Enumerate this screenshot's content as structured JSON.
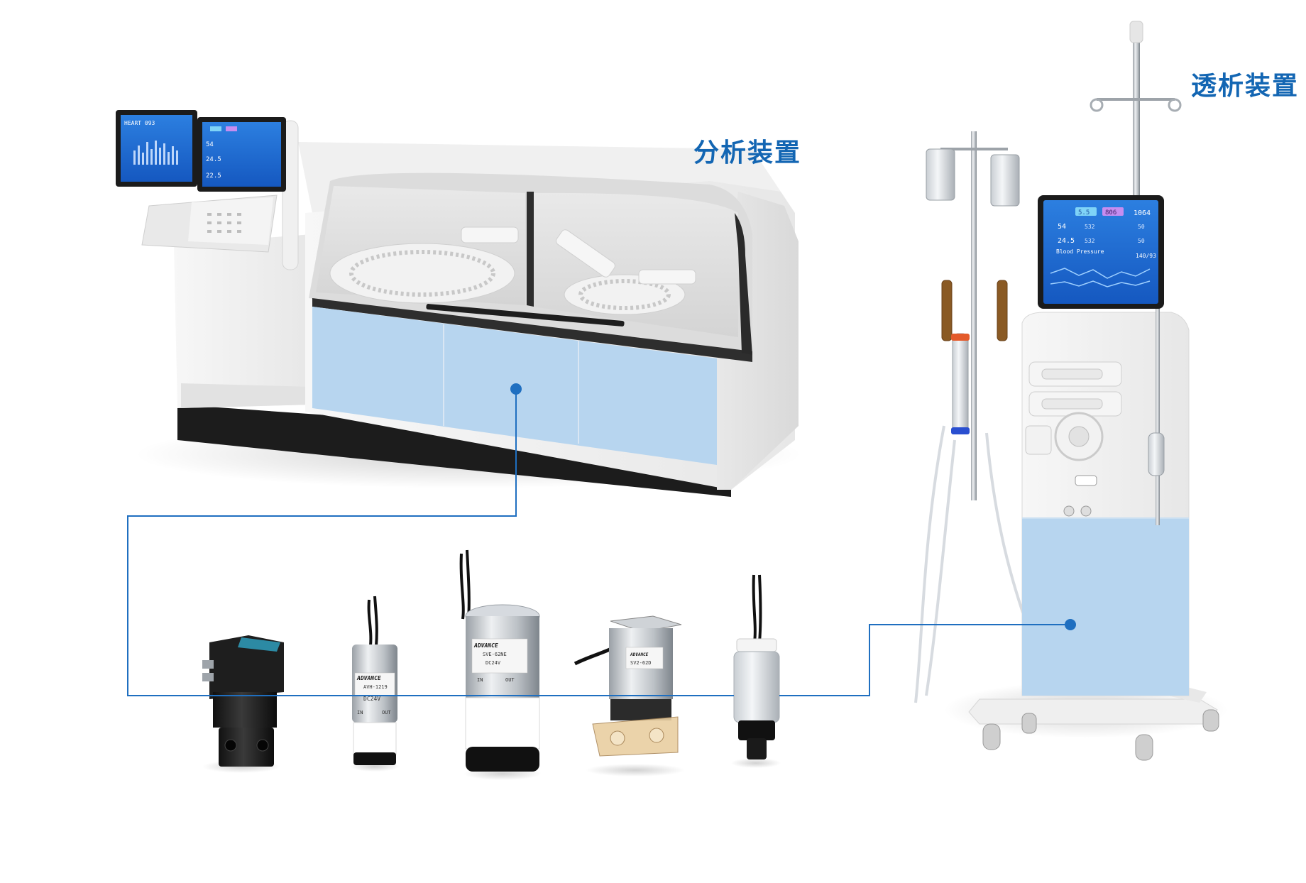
{
  "labels": {
    "analyzer": "分析装置",
    "dialysis": "透析装置"
  },
  "colors": {
    "label_blue": "#1366b3",
    "connector_blue": "#1f6fc0",
    "highlight_blue": "#b7d5ef"
  },
  "valves": [
    {
      "brand": ""
    },
    {
      "brand": "ADVANCE",
      "model": "AVH-1219",
      "voltage": "DC24V",
      "port_in": "IN",
      "port_out": "OUT"
    },
    {
      "brand": "ADVANCE",
      "model": "SVE-62NE",
      "voltage": "DC24V",
      "port_in": "IN",
      "port_out": "OUT"
    },
    {
      "brand": "ADVANCE",
      "model": "SV2-62D"
    },
    {
      "brand": ""
    }
  ],
  "analyzer_screens": {
    "screen1_title": "HEART 093",
    "screen2_values": [
      "54",
      "24.5",
      "22.5"
    ]
  },
  "dialysis_screen": {
    "chip1": "5.5",
    "chip2": "806",
    "value_top": "1064",
    "row1_a": "54",
    "row1_b": "532",
    "row1_c": "50",
    "row2_a": "24.5",
    "row2_b": "532",
    "row2_c": "50",
    "bp_label": "Blood Pressure",
    "bp_value": "140/93"
  }
}
